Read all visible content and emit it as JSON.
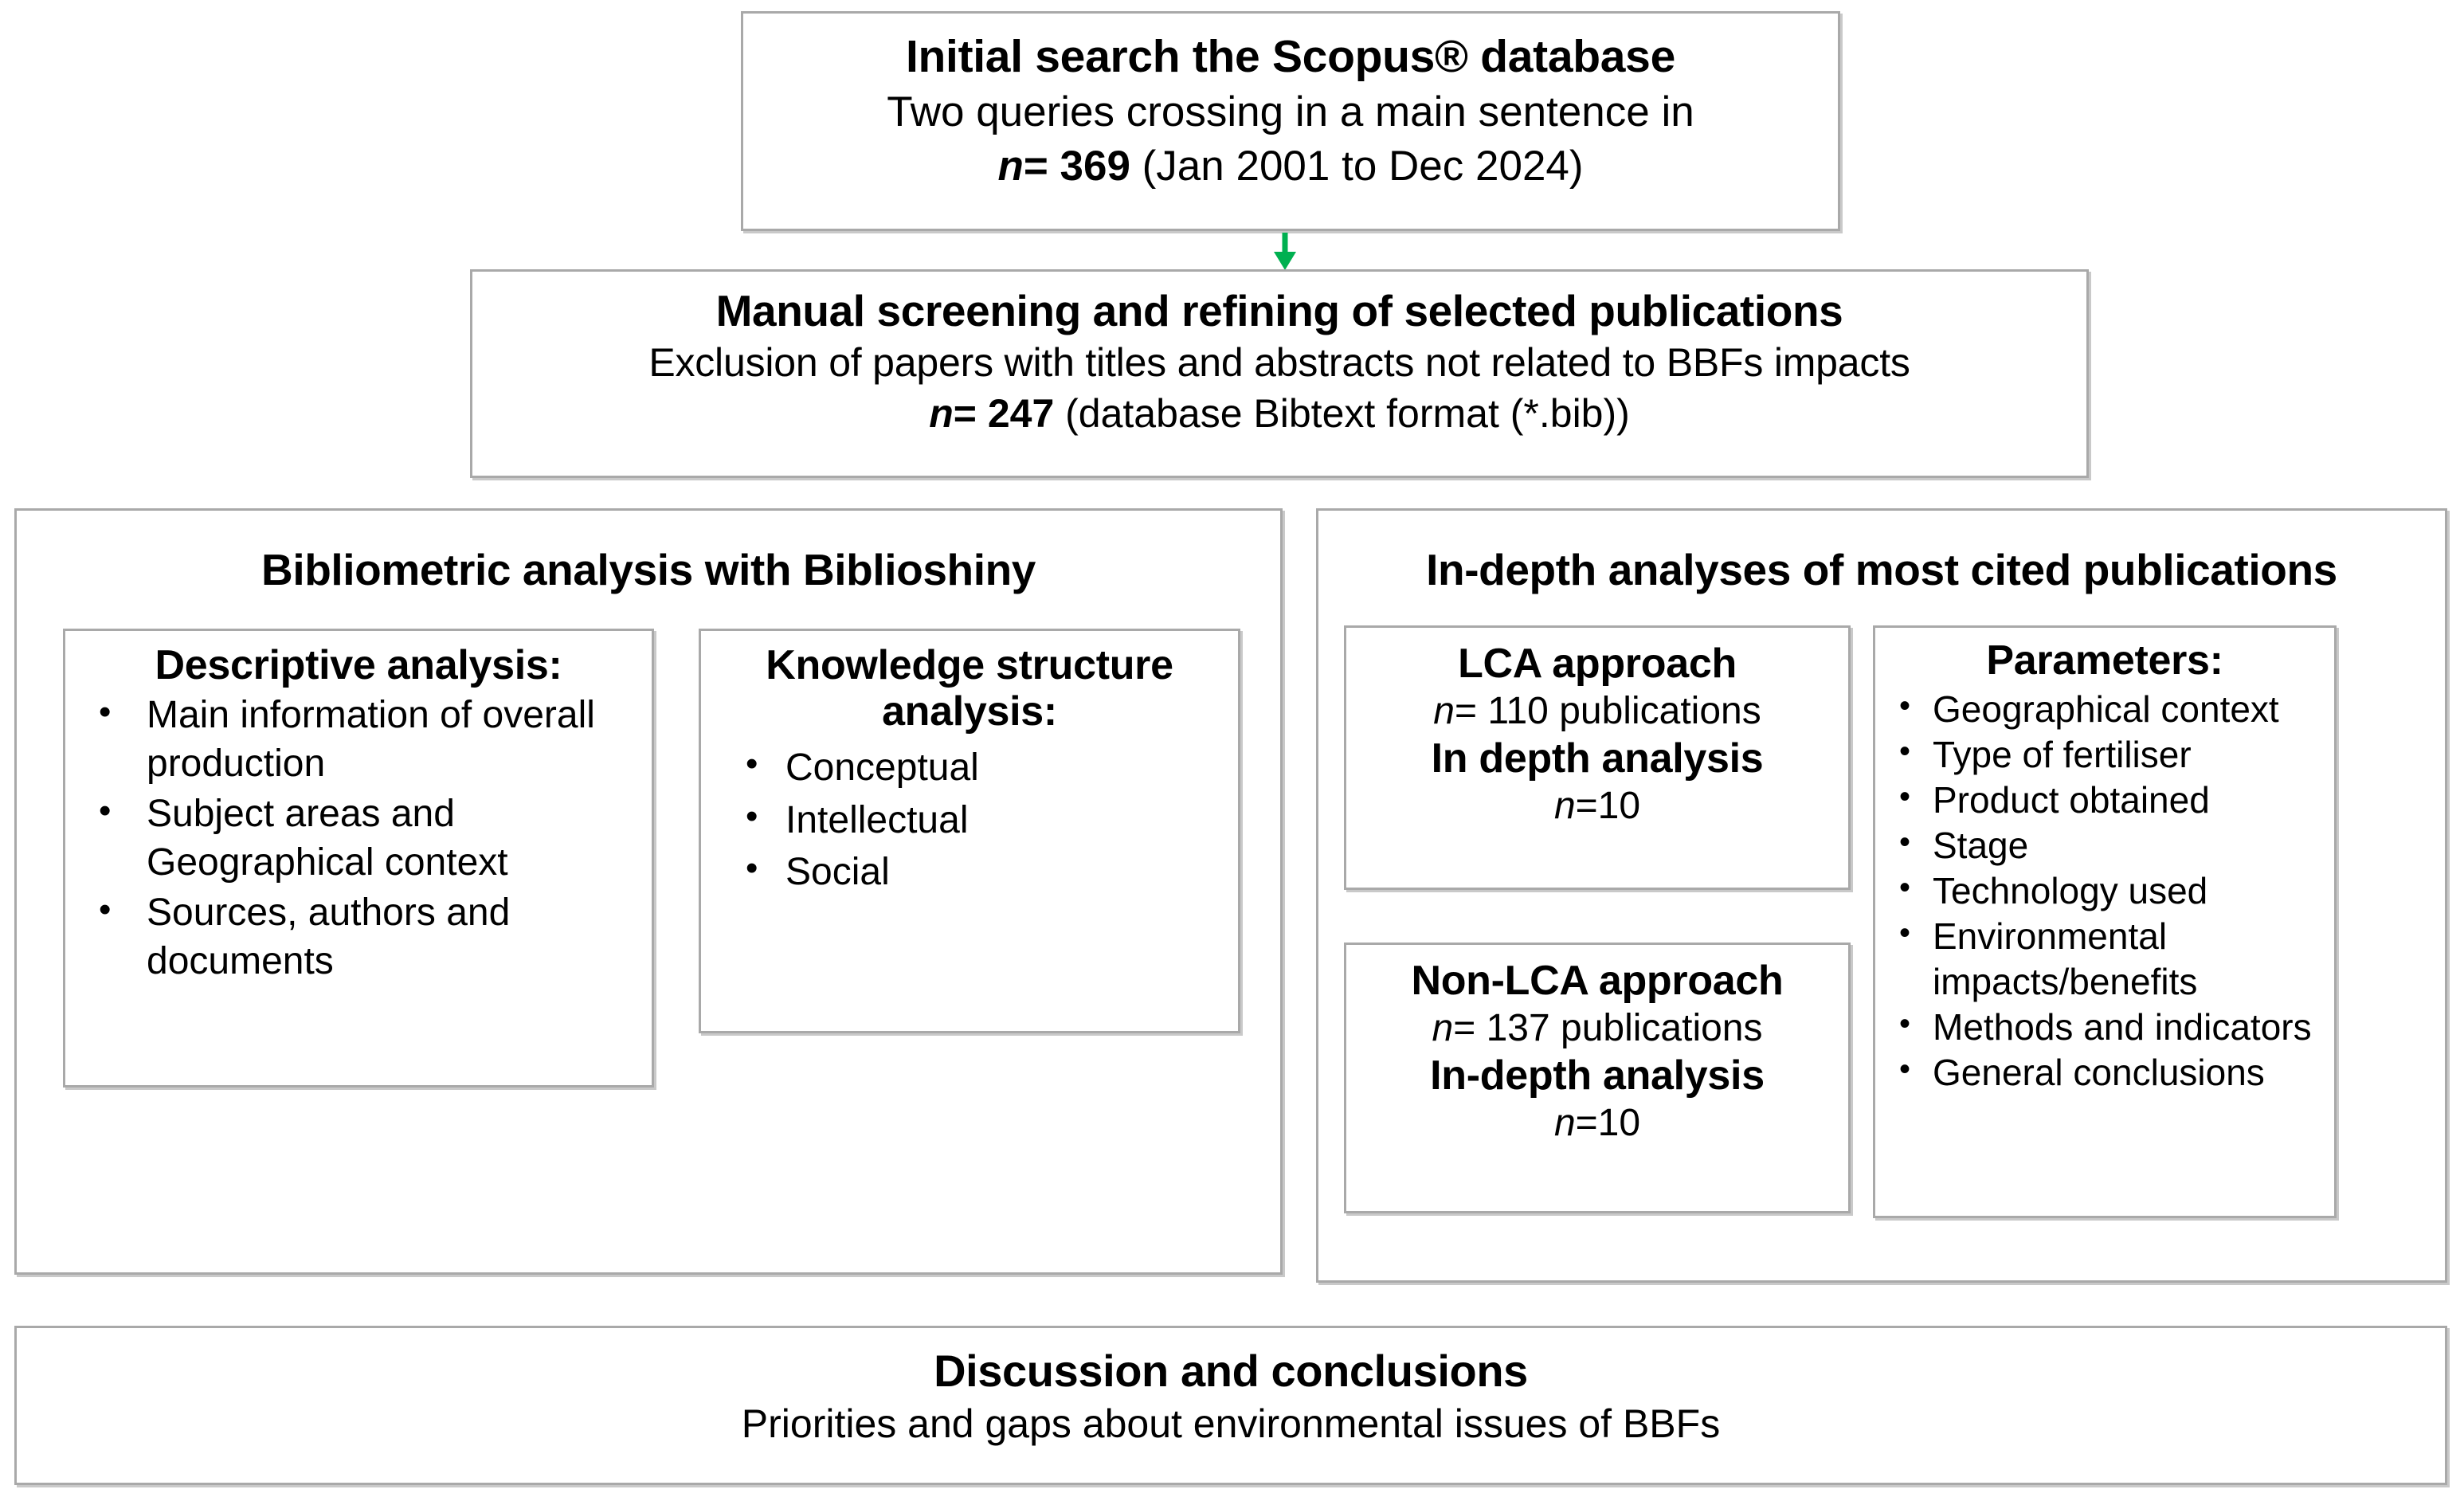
{
  "colors": {
    "arrow": "#00B050",
    "border": "#A9A9A9",
    "shadow": "#C9C9C9",
    "text": "#000000",
    "background": "#FFFFFF"
  },
  "initial_search": {
    "title": "Initial search the Scopus® database",
    "line2": "Two queries crossing in a main sentence in",
    "n_label": "n",
    "n_value": "= 369",
    "n_note": " (Jan 2001 to Dec 2024)"
  },
  "manual_screening": {
    "title": "Manual screening and refining of selected publications",
    "line2": "Exclusion of papers with titles and abstracts not related to BBFs impacts",
    "n_label": "n",
    "n_value": "= 247",
    "n_note": " (database Bibtext format (*.bib))"
  },
  "arrow": {
    "name": "down-arrow",
    "color": "#00B050"
  },
  "bibliometric_panel": {
    "title": "Bibliometric analysis with Biblioshiny",
    "descriptive": {
      "title": "Descriptive analysis:",
      "items": [
        "Main information of overall production",
        "Subject areas and Geographical context",
        "Sources, authors and documents"
      ]
    },
    "knowledge": {
      "title": "Knowledge structure analysis:",
      "items": [
        "Conceptual",
        "Intellectual",
        "Social"
      ]
    }
  },
  "indepth_panel": {
    "title": "In-depth analyses of most cited publications",
    "lca": {
      "title": "LCA approach",
      "n_label": "n",
      "n_value": "= 110 publications",
      "sub_title": "In depth analysis",
      "sub_n_label": "n",
      "sub_n_value": "=10"
    },
    "non_lca": {
      "title": "Non-LCA approach",
      "n_label": "n",
      "n_value": "= 137 publications",
      "sub_title": "In-depth analysis",
      "sub_n_label": "n",
      "sub_n_value": "=10"
    },
    "parameters": {
      "title": "Parameters:",
      "items": [
        "Geographical context",
        " Type of fertiliser",
        "Product obtained",
        "Stage",
        "Technology used",
        "Environmental impacts/benefits",
        "Methods and indicators",
        "General conclusions"
      ]
    }
  },
  "discussion": {
    "title": "Discussion and conclusions",
    "line2": "Priorities and gaps about environmental issues of BBFs"
  }
}
